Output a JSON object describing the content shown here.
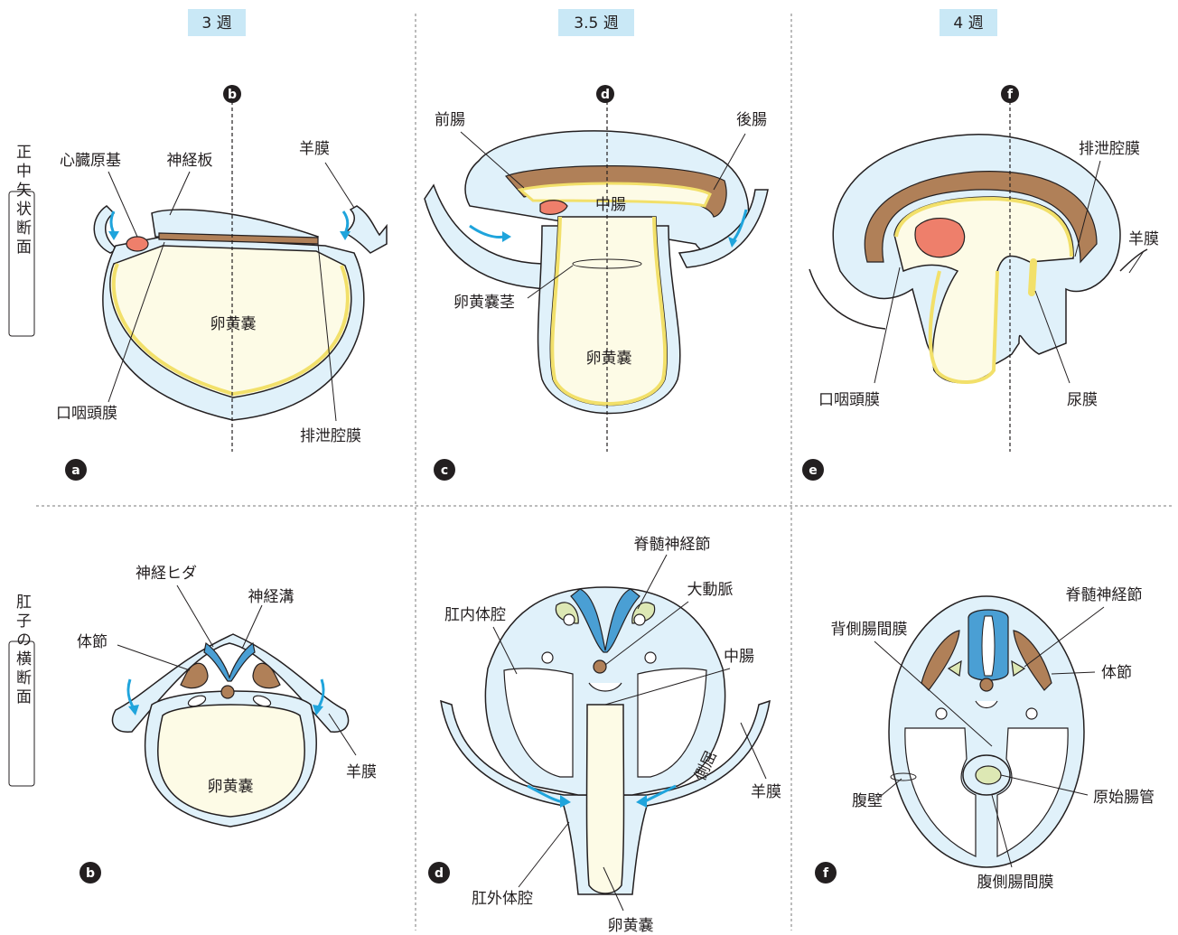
{
  "weeks": [
    "3 週",
    "3.5 週",
    "4 週"
  ],
  "row_labels": {
    "top": "正中矢状断面",
    "bottom": "肛子の横断面"
  },
  "panel_letters": {
    "a": "a",
    "b": "b",
    "c": "c",
    "d": "d",
    "e": "e",
    "f": "f"
  },
  "panel_a": {
    "labels": {
      "heart_primordium": "心臓原基",
      "neural_plate": "神経板",
      "amnion": "羊膜",
      "yolk_sac": "卵黄嚢",
      "oropharyngeal_membrane": "口咽頭膜",
      "cloacal_membrane": "排泄腔膜"
    },
    "section_marker": "b"
  },
  "panel_c": {
    "labels": {
      "foregut": "前腸",
      "hindgut": "後腸",
      "midgut": "中腸",
      "vitelline_duct": "卵黄嚢茎",
      "yolk_sac": "卵黄嚢"
    },
    "section_marker": "d"
  },
  "panel_e": {
    "labels": {
      "cloacal_membrane": "排泄腔膜",
      "amnion": "羊膜",
      "oropharyngeal_membrane": "口咽頭膜",
      "allantois": "尿膜"
    },
    "section_marker": "f"
  },
  "panel_b": {
    "labels": {
      "neural_fold": "神経ヒダ",
      "neural_groove": "神経溝",
      "somite": "体節",
      "amnion": "羊膜",
      "yolk_sac": "卵黄嚢"
    }
  },
  "panel_d": {
    "labels": {
      "spinal_ganglion": "脊髄神経節",
      "aorta": "大動脈",
      "intraembryonic_coelom": "肛内体腔",
      "midgut": "中腸",
      "lateral_folding": "側屈",
      "amnion": "羊膜",
      "extraembryonic_coelom": "肛外体腔",
      "yolk_sac": "卵黄嚢"
    }
  },
  "panel_f": {
    "labels": {
      "spinal_ganglion": "脊髄神経節",
      "dorsal_mesentery": "背側腸間膜",
      "somite": "体節",
      "abdominal_wall": "腹壁",
      "primitive_gut": "原始腸管",
      "ventral_mesentery": "腹側腸間膜"
    }
  },
  "colors": {
    "week_badge": "#c9e8f6",
    "body_blue": "#e0f1fa",
    "yolk": "#fdfbe6",
    "endoderm_yellow": "#f2e06a",
    "ectoderm_brown": "#b08058",
    "heart": "#ee7f6b",
    "arrow": "#1fa4dc",
    "neural_tube": "#4a9fd4",
    "ganglion": "#dde8b4"
  }
}
